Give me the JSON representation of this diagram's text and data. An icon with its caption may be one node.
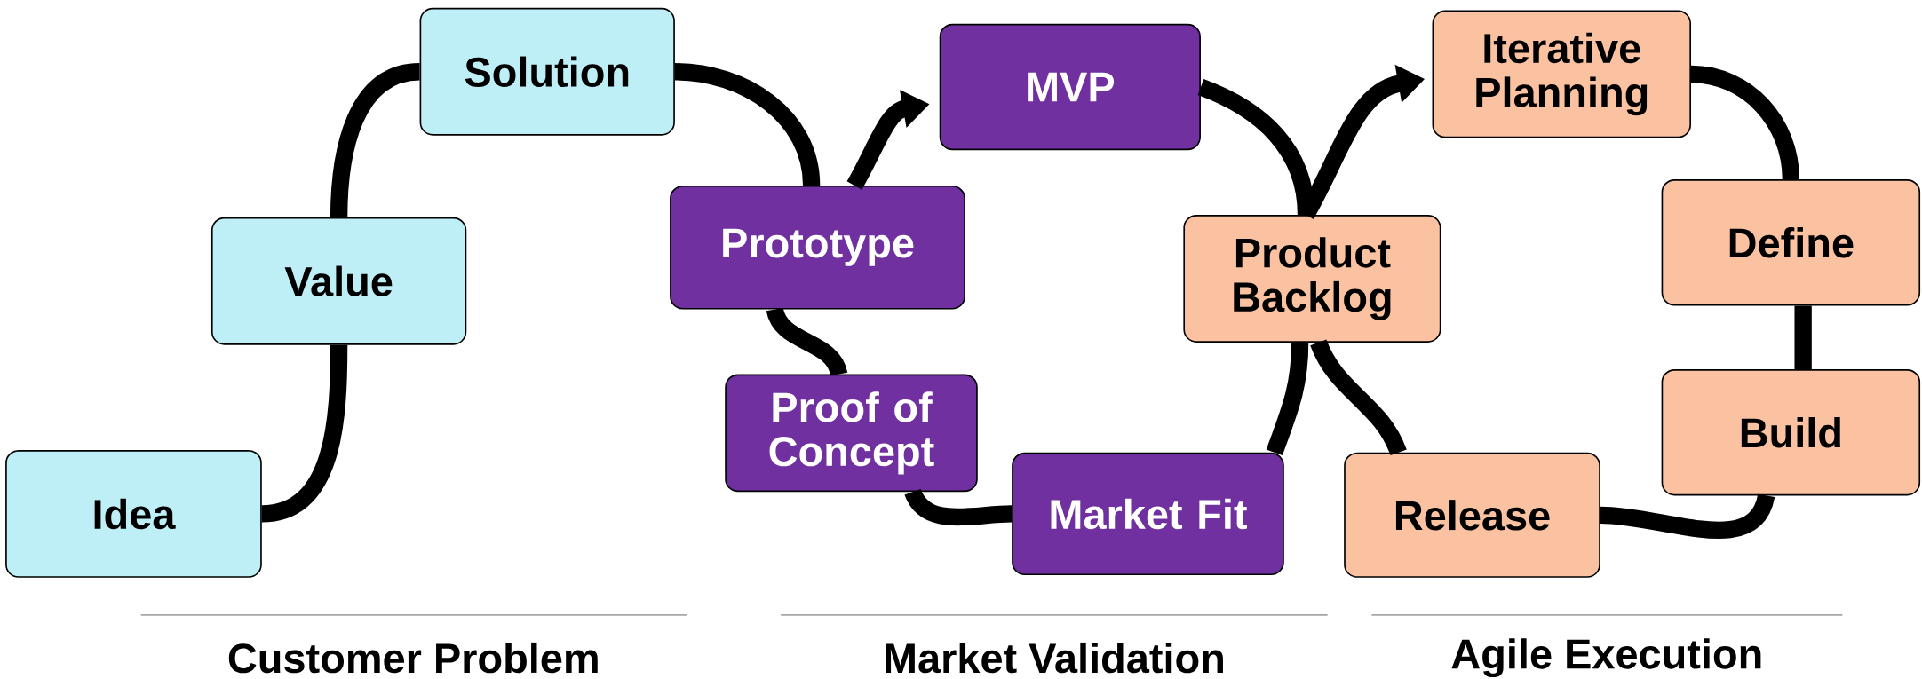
{
  "diagram": {
    "nodes": [
      {
        "text": [
          "Idea"
        ]
      },
      {
        "text": [
          "Value"
        ]
      },
      {
        "text": [
          "Solution"
        ]
      },
      {
        "text": [
          "Prototype"
        ]
      },
      {
        "text": [
          "MVP"
        ]
      },
      {
        "text": [
          "Proof of Concept"
        ]
      },
      {
        "text": [
          "Market Fit"
        ]
      },
      {
        "text": [
          "Product Backlog"
        ]
      },
      {
        "text": [
          "Iterative Planning"
        ]
      },
      {
        "text": [
          "Define"
        ]
      },
      {
        "text": [
          "Build"
        ]
      },
      {
        "text": [
          "Release"
        ]
      }
    ],
    "edges": [
      {
        "from": 0,
        "to": 1,
        "arrow": "none"
      },
      {
        "from": 1,
        "to": 2,
        "arrow": "none"
      },
      {
        "from": 2,
        "to": 3,
        "arrow": "none"
      },
      {
        "from": 3,
        "to": 4,
        "arrow": "to"
      },
      {
        "from": 4,
        "to": 7,
        "arrow": "none"
      },
      {
        "from": 7,
        "to": 6,
        "arrow": "none"
      },
      {
        "from": 6,
        "to": 5,
        "arrow": "none"
      },
      {
        "from": 5,
        "to": 3,
        "arrow": "none"
      },
      {
        "from": 7,
        "to": 8,
        "arrow": "to"
      },
      {
        "from": 8,
        "to": 9,
        "arrow": "none"
      },
      {
        "from": 9,
        "to": 10,
        "arrow": "none"
      },
      {
        "from": 10,
        "to": 11,
        "arrow": "none"
      },
      {
        "from": 11,
        "to": 7,
        "arrow": "none"
      }
    ],
    "labels": [
      "Customer Problem",
      "Market Validation",
      "Agile Execution"
    ]
  }
}
